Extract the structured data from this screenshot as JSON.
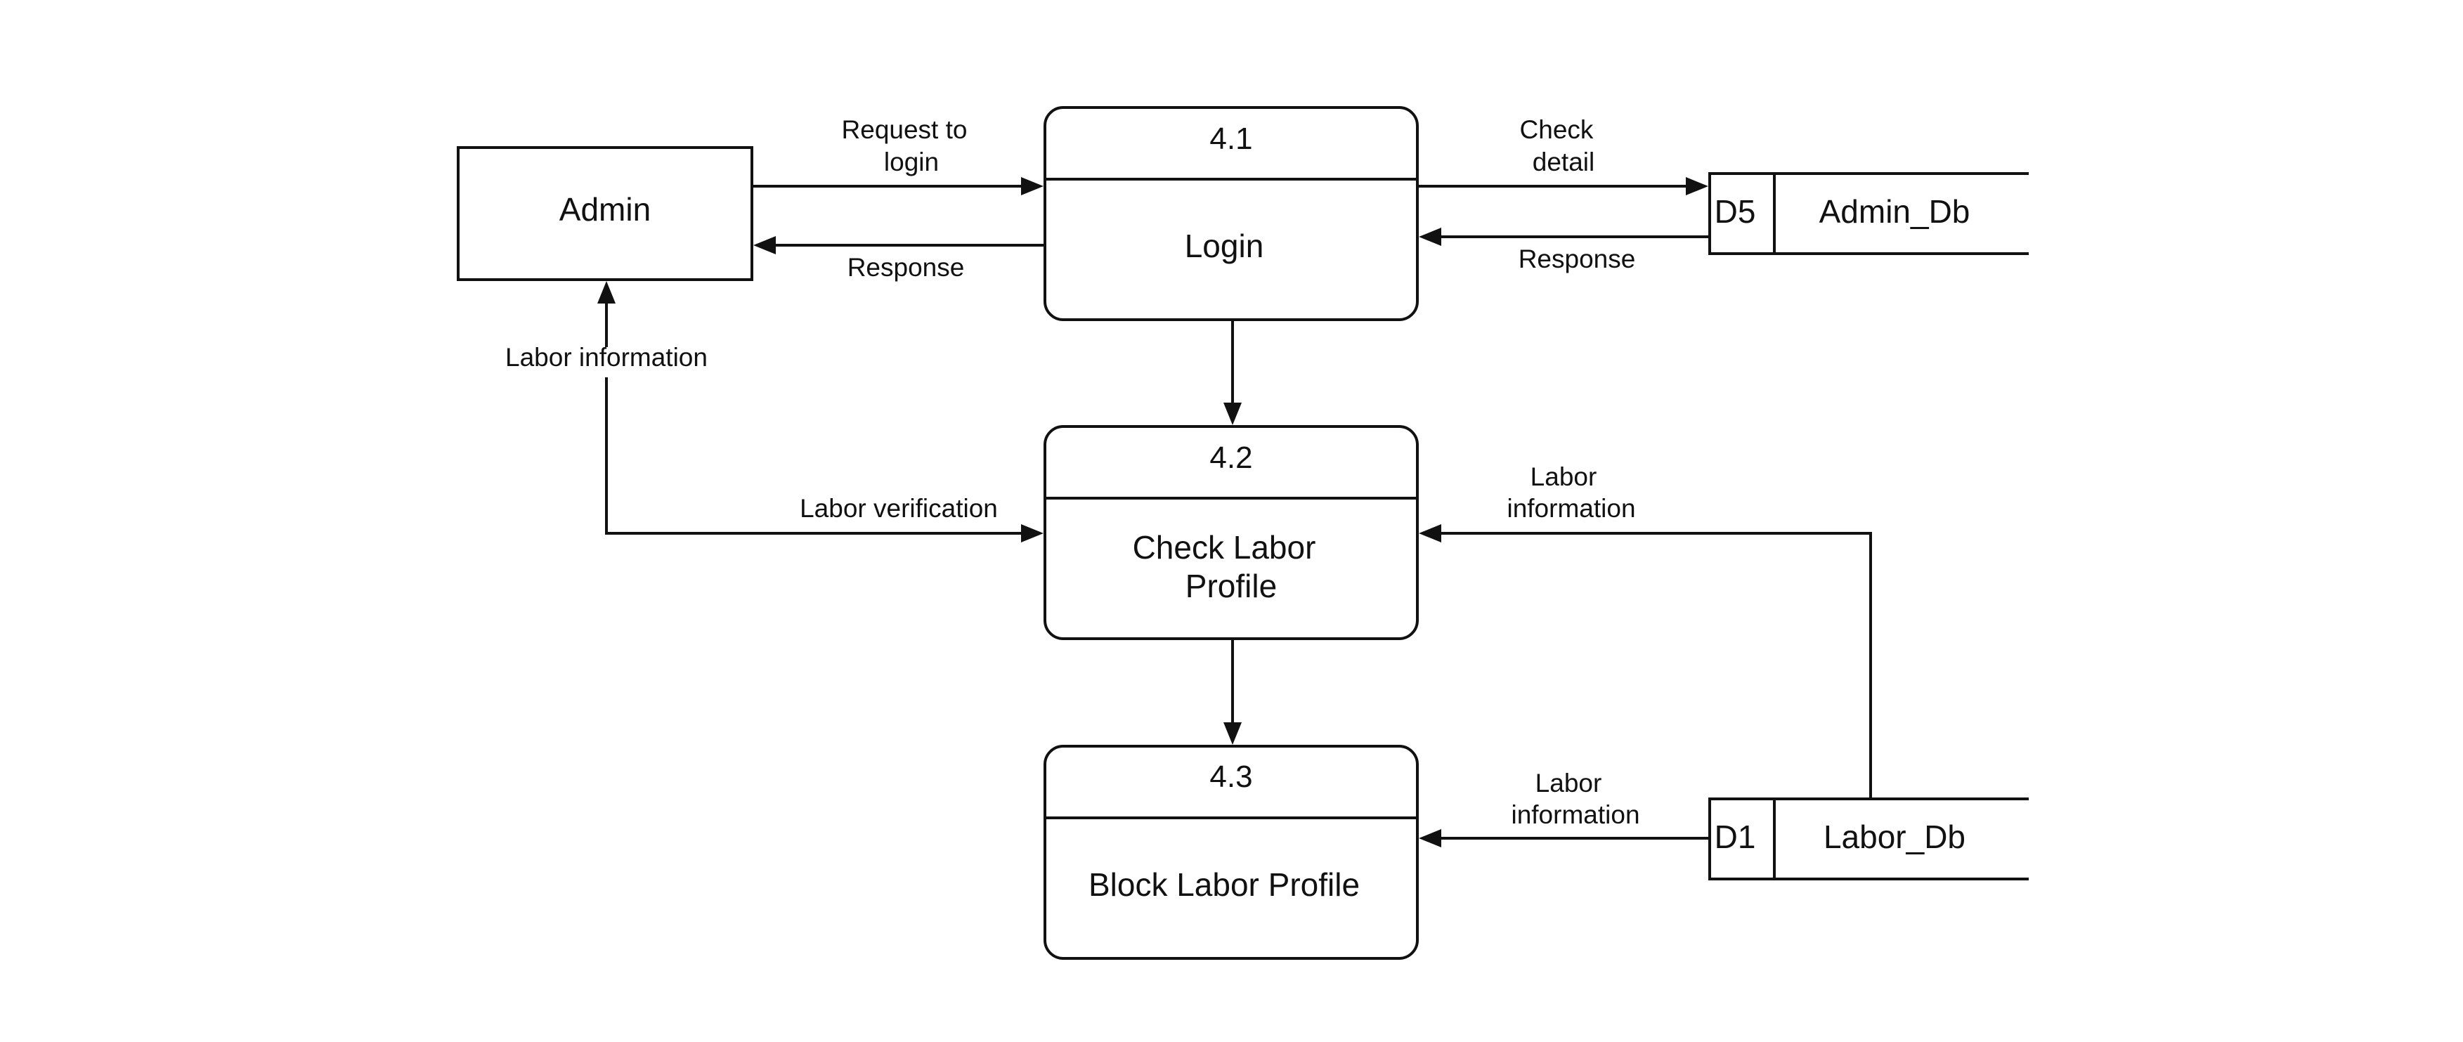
{
  "entities": {
    "admin": {
      "label": "Admin"
    }
  },
  "processes": {
    "p41": {
      "number": "4.1",
      "name": "Login"
    },
    "p42": {
      "number": "4.2",
      "name_line1": "Check Labor",
      "name_line2": "Profile"
    },
    "p43": {
      "number": "4.3",
      "name": "Block Labor Profile"
    }
  },
  "stores": {
    "d5": {
      "id": "D5",
      "name": "Admin_Db"
    },
    "d1": {
      "id": "D1",
      "name": "Labor_Db"
    }
  },
  "flows": {
    "request_login": {
      "line1": "Request to",
      "line2": "login"
    },
    "response_admin": {
      "label": "Response"
    },
    "check_detail": {
      "line1": "Check",
      "line2": "detail"
    },
    "response_db": {
      "label": "Response"
    },
    "labor_info_admin": {
      "label": "Labor information"
    },
    "labor_verification": {
      "label": "Labor verification"
    },
    "labor_info_42": {
      "line1": "Labor",
      "line2": "information"
    },
    "labor_info_43": {
      "line1": "Labor",
      "line2": "information"
    }
  }
}
